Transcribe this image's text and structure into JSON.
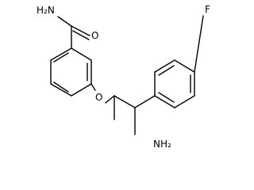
{
  "molecule": {
    "labels": {
      "amide_nh2": "H₂N",
      "amide_o": "O",
      "ether_o": "O",
      "fluorine": "F",
      "amine_nh2": "NH₂"
    }
  }
}
